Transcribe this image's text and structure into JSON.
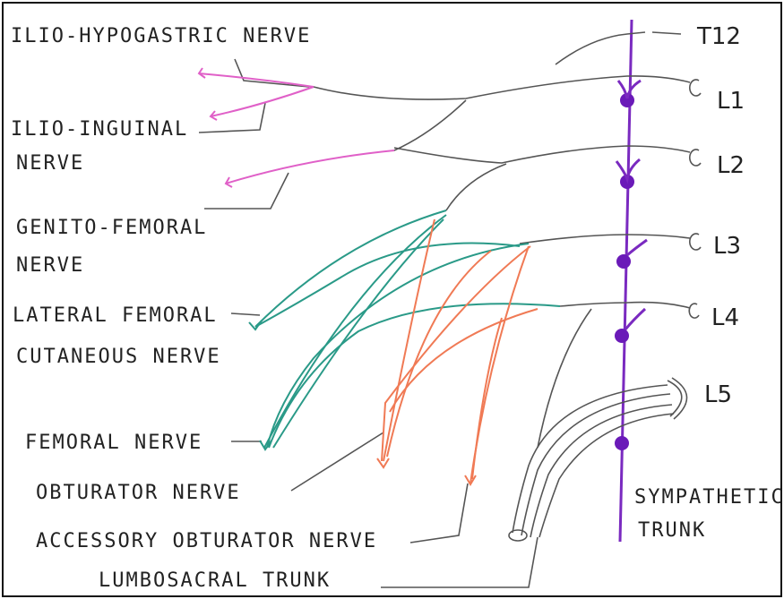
{
  "labels": {
    "iliohypogastric": "ILIO-HYPOGASTRIC NERVE",
    "ilioinguinal_1": "ILIO-INGUINAL",
    "ilioinguinal_2": "NERVE",
    "genitofemoral_1": "GENITO-FEMORAL",
    "genitofemoral_2": "NERVE",
    "lateral_fem_1": "LATERAL FEMORAL",
    "lateral_fem_2": "CUTANEOUS NERVE",
    "femoral": "FEMORAL NERVE",
    "obturator": "OBTURATOR NERVE",
    "accessory_obturator": "ACCESSORY OBTURATOR NERVE",
    "lumbosacral": "LUMBOSACRAL TRUNK",
    "sympathetic_1": "SYMPATHETIC",
    "sympathetic_2": "TRUNK"
  },
  "levels": {
    "t12": "T12",
    "l1": "L1",
    "l2": "L2",
    "l3": "L3",
    "l4": "L4",
    "l5": "L5"
  },
  "colors": {
    "pink": "#e060c8",
    "teal": "#2a9a88",
    "orange": "#f07a55",
    "purple": "#7a2ac0",
    "gray": "#555555"
  }
}
